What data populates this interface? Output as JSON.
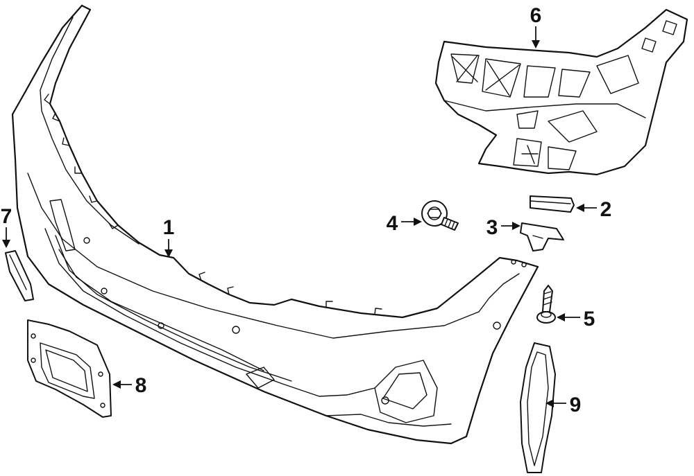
{
  "callouts": [
    {
      "id": "1",
      "label": "1",
      "part": "bumper-cover"
    },
    {
      "id": "2",
      "label": "2",
      "part": "upper-bracket"
    },
    {
      "id": "3",
      "label": "3",
      "part": "guide-clip"
    },
    {
      "id": "4",
      "label": "4",
      "part": "bolt"
    },
    {
      "id": "5",
      "label": "5",
      "part": "screw"
    },
    {
      "id": "6",
      "label": "6",
      "part": "side-bracket"
    },
    {
      "id": "7",
      "label": "7",
      "part": "left-reflector"
    },
    {
      "id": "8",
      "label": "8",
      "part": "license-plate-bracket"
    },
    {
      "id": "9",
      "label": "9",
      "part": "right-reflector"
    }
  ],
  "colors": {
    "line": "#111111",
    "background": "#ffffff"
  }
}
